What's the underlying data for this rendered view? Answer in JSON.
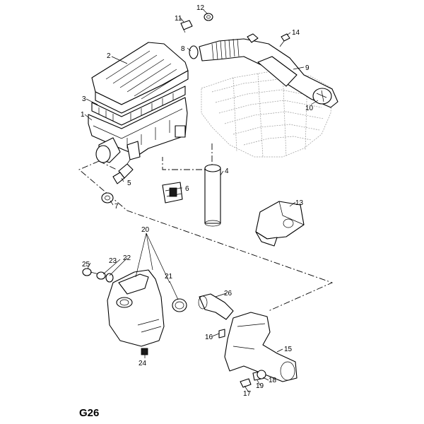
{
  "page_code": "G26",
  "callouts": {
    "c1": "1",
    "c2": "2",
    "c3": "3",
    "c4": "4",
    "c5": "5",
    "c6": "6",
    "c7": "7",
    "c8": "8",
    "c9": "9",
    "c10": "10",
    "c11": "11",
    "c12": "12",
    "c13": "13",
    "c14": "14",
    "c15": "15",
    "c16": "16",
    "c17": "17",
    "c18": "18",
    "c19": "19",
    "c20": "20",
    "c21": "21",
    "c22": "22",
    "c23": "23",
    "c24": "24",
    "c25": "25",
    "c26": "26"
  }
}
